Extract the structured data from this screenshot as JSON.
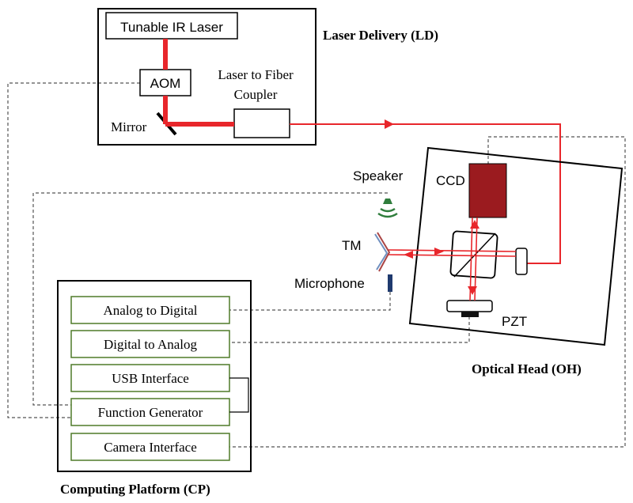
{
  "laser_delivery": {
    "title": "Laser Delivery (LD)",
    "tunable_laser": "Tunable IR Laser",
    "aom": "AOM",
    "coupler_line1": "Laser to Fiber",
    "coupler_line2": "Coupler",
    "mirror": "Mirror"
  },
  "optical_head": {
    "title": "Optical Head (OH)",
    "ccd": "CCD",
    "pzt": "PZT"
  },
  "external": {
    "speaker": "Speaker",
    "tm": "TM",
    "microphone": "Microphone"
  },
  "computing_platform": {
    "title": "Computing Platform (CP)",
    "modules": [
      "Analog to Digital",
      "Digital to Analog",
      "USB Interface",
      "Function Generator",
      "Camera Interface"
    ]
  },
  "colors": {
    "laser": "#e8262b",
    "ccd_fill": "#9b1b1f",
    "module_border": "#4f7a28",
    "speaker": "#2f7d3c",
    "microphone": "#1f3a6e",
    "line": "#000000",
    "dashed": "#555555"
  }
}
